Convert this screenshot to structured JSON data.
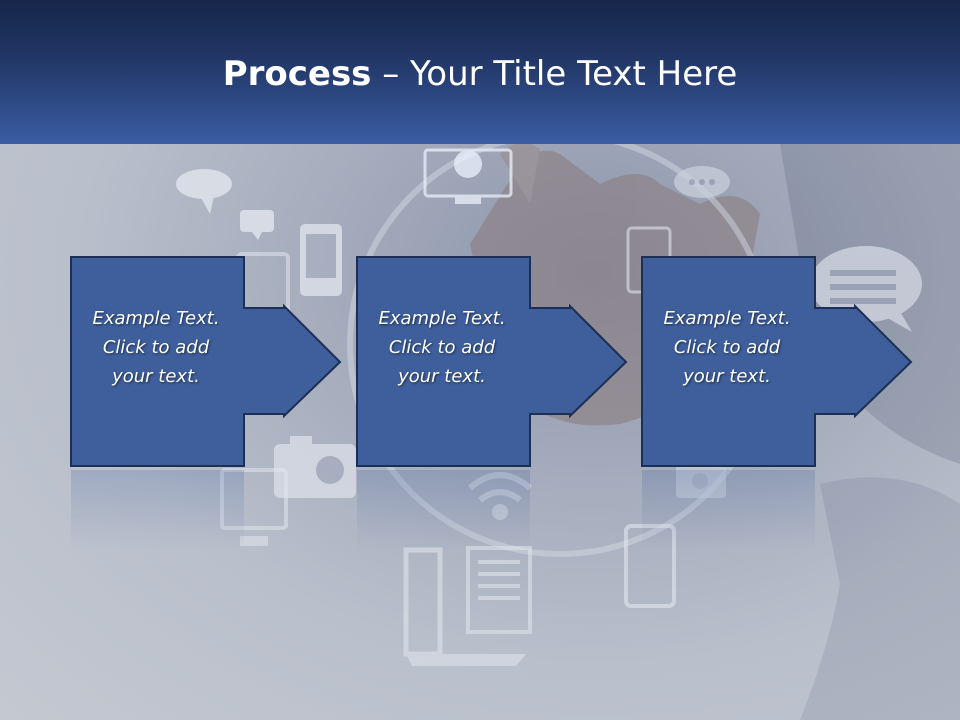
{
  "slide": {
    "title_bold": "Process",
    "title_rest": " – Your Title Text Here",
    "steps": [
      {
        "text_line1": "Example Text.",
        "text_line2": "Click  to add",
        "text_line3": "your text."
      },
      {
        "text_line1": "Example Text.",
        "text_line2": "Click  to add",
        "text_line3": "your text."
      },
      {
        "text_line1": "Example Text.",
        "text_line2": "Click  to add",
        "text_line3": "your text."
      }
    ]
  },
  "colors": {
    "header_top": "#16264a",
    "header_bottom": "#3a5ca3",
    "box_fill": "#3e5f9c",
    "box_stroke": "#1c2f55",
    "background": "#b9bfcb"
  },
  "icons": [
    "speech-bubbles-icon",
    "smartphone-icon",
    "monitor-icon",
    "camera-icon",
    "wifi-icon",
    "laptop-icon",
    "document-icon",
    "chat-bubble-icon",
    "hand-touch-icon"
  ]
}
